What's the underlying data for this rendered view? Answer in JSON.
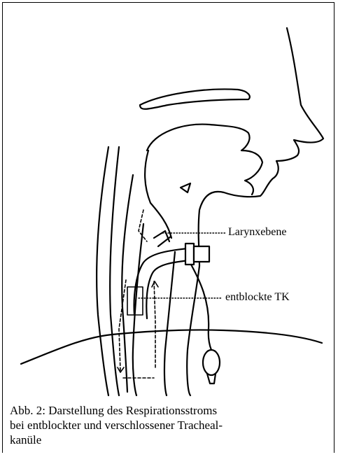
{
  "figure": {
    "labels": {
      "larynx": "Larynxebene",
      "cannula": "entblockte TK"
    },
    "caption": {
      "line1": "Abb. 2: Darstellung des Respirationsstroms",
      "line2": "bei entblockter und verschlossener Tracheal-",
      "line3": "kanüle"
    }
  },
  "colors": {
    "ink": "#000000",
    "paper": "#ffffff"
  }
}
